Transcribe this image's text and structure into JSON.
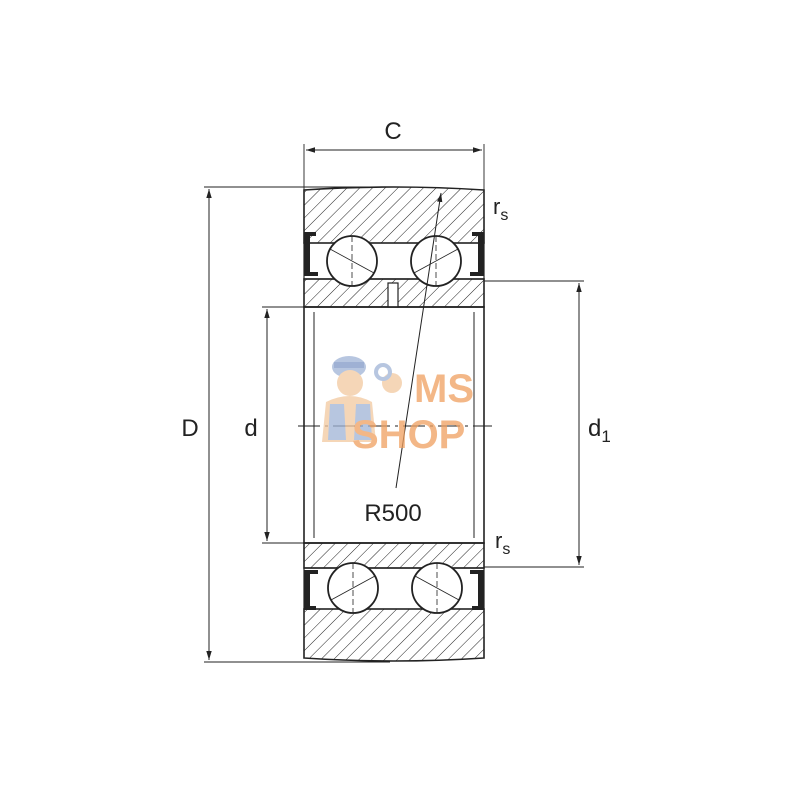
{
  "labels": {
    "width": "C",
    "outer_diameter": "D",
    "bore_diameter": "d",
    "inner_ring_diameter_base": "d",
    "inner_ring_diameter_sub": "1",
    "chamfer_top_base": "r",
    "chamfer_top_sub": "s",
    "chamfer_bottom_base": "r",
    "chamfer_bottom_sub": "s",
    "crown_radius": "R500"
  },
  "watermark": {
    "line1": "MS",
    "line2": "SHOP"
  },
  "colors": {
    "line": "#222222",
    "background": "#ffffff",
    "watermark_orange": "#f0a060",
    "watermark_blue": "#9fb3d6",
    "watermark_skin": "#f2c9a0"
  }
}
